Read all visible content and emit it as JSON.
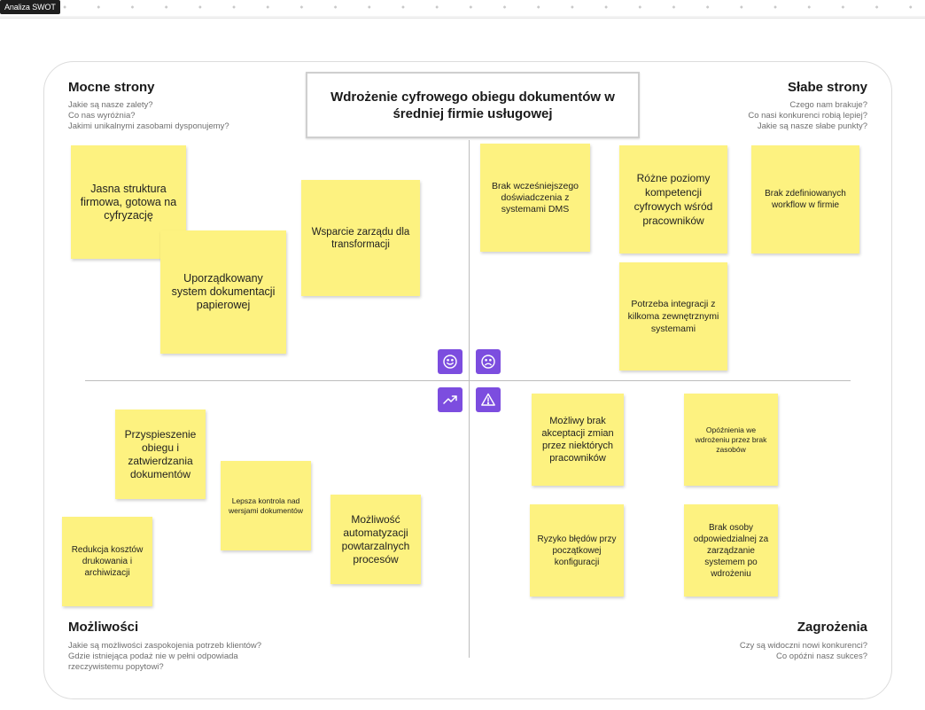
{
  "tab": {
    "label": "Analiza SWOT"
  },
  "title": "Wdrożenie cyfrowego obiegu dokumentów w średniej firmie usługowej",
  "quadrants": {
    "strengths": {
      "heading": "Mocne strony",
      "questions": [
        "Jakie są nasze zalety?",
        "Co nas wyróżnia?",
        "Jakimi unikalnymi zasobami dysponujemy?"
      ],
      "notes": [
        "Jasna struktura firmowa, gotowa na cyfryzację",
        "Uporządkowany system dokumentacji papierowej",
        "Wsparcie zarządu dla transformacji"
      ]
    },
    "weaknesses": {
      "heading": "Słabe strony",
      "questions": [
        "Czego nam brakuje?",
        "Co nasi konkurenci robią lepiej?",
        "Jakie są nasze słabe punkty?"
      ],
      "notes": [
        "Brak wcześniejszego doświadczenia z systemami DMS",
        "Różne poziomy kompetencji cyfrowych wśród pracowników",
        "Brak zdefiniowanych workflow w firmie",
        "Potrzeba integracji z kilkoma zewnętrznymi systemami"
      ]
    },
    "opportunities": {
      "heading": "Możliwości",
      "questions": [
        "Jakie są możliwości zaspokojenia potrzeb klientów?",
        "Gdzie istniejąca podaż nie w pełni odpowiada rzeczywistemu popytowi?"
      ],
      "notes": [
        "Przyspieszenie obiegu i zatwierdzania dokumentów",
        "Lepsza kontrola nad wersjami dokumentów",
        "Redukcja kosztów drukowania i archiwizacji",
        "Możliwość automatyzacji powtarzalnych procesów"
      ]
    },
    "threats": {
      "heading": "Zagrożenia",
      "questions": [
        "Czy są widoczni nowi konkurenci?",
        "Co opóźni nasz sukces?"
      ],
      "notes": [
        "Możliwy brak akceptacji zmian przez niektórych pracowników",
        "Opóźnienia we wdrożeniu przez brak zasobów",
        "Ryzyko błędów przy początkowej konfiguracji",
        "Brak osoby odpowiedzialnej za zarządzanie systemem po wdrożeniu"
      ]
    }
  },
  "icons": [
    "smile-icon",
    "frown-icon",
    "trend-up-icon",
    "warning-icon"
  ],
  "colors": {
    "sticky": "#fdf280",
    "accent": "#7c4ddf"
  }
}
